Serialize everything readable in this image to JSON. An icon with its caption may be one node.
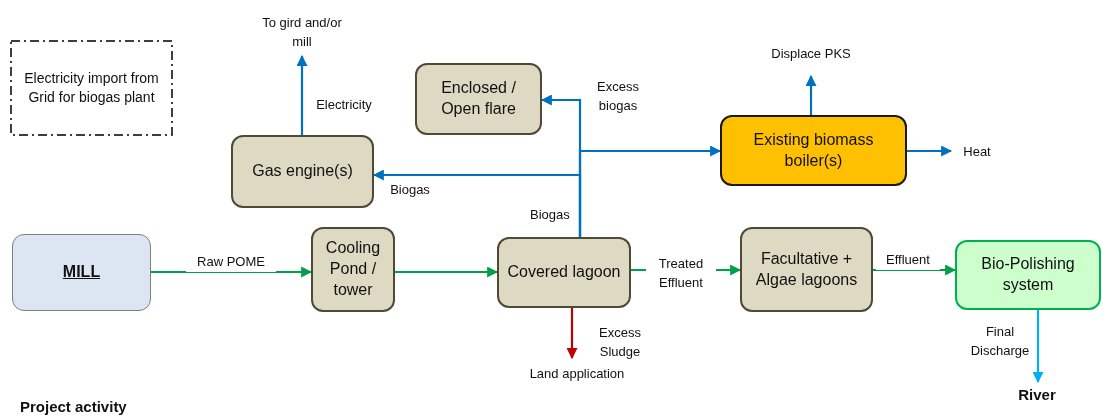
{
  "diagram": {
    "nodes": [
      {
        "text": [
          "Electricity import from Grid for biogas plant"
        ]
      },
      {
        "text": [
          "Enclosed / Open flare"
        ]
      },
      {
        "text": [
          "Gas engine(s)"
        ]
      },
      {
        "text": [
          "Existing biomass boiler(s)"
        ]
      },
      {
        "text": [
          "MILL"
        ]
      },
      {
        "text": [
          "Cooling Pond / tower"
        ]
      },
      {
        "text": [
          "Covered lagoon"
        ]
      },
      {
        "text": [
          "Facultative + Algae lagoons"
        ]
      },
      {
        "text": [
          "Bio-Polishing system"
        ]
      },
      {
        "text": [
          "To gird and/or mill"
        ]
      },
      {
        "text": [
          "Displace PKS"
        ]
      },
      {
        "text": [
          "Heat"
        ]
      },
      {
        "text": [
          "Land application"
        ]
      },
      {
        "text": [
          "River"
        ]
      }
    ],
    "edges": [
      {
        "from": 4,
        "to": 5,
        "arrow": "to",
        "label": "Raw POME",
        "color": "#00a04b"
      },
      {
        "from": 5,
        "to": 6,
        "arrow": "to",
        "color": "#00a04b"
      },
      {
        "from": 6,
        "to": 7,
        "arrow": "to",
        "label": "Treated Effluent",
        "color": "#00a04b"
      },
      {
        "from": 7,
        "to": 8,
        "arrow": "to",
        "label": "Effluent",
        "color": "#00a04b"
      },
      {
        "from": 8,
        "to": 13,
        "arrow": "to",
        "label": "Final Discharge",
        "color": "#00b0f0"
      },
      {
        "from": 6,
        "to": 12,
        "arrow": "to",
        "label": "Excess Sludge",
        "color": "#c00000"
      },
      {
        "from": 6,
        "to": 1,
        "arrow": "to",
        "label": "Excess biogas"
      },
      {
        "from": 6,
        "to": 2,
        "arrow": "to",
        "label": "Biogas"
      },
      {
        "from": 6,
        "to": 3,
        "arrow": "to"
      },
      {
        "from": 2,
        "to": 9,
        "arrow": "to",
        "label": "Electricity"
      },
      {
        "from": 3,
        "to": 10,
        "arrow": "to"
      },
      {
        "from": 3,
        "to": 11,
        "arrow": "to"
      }
    ],
    "labels": [
      "Biogas",
      "Project activity"
    ]
  }
}
